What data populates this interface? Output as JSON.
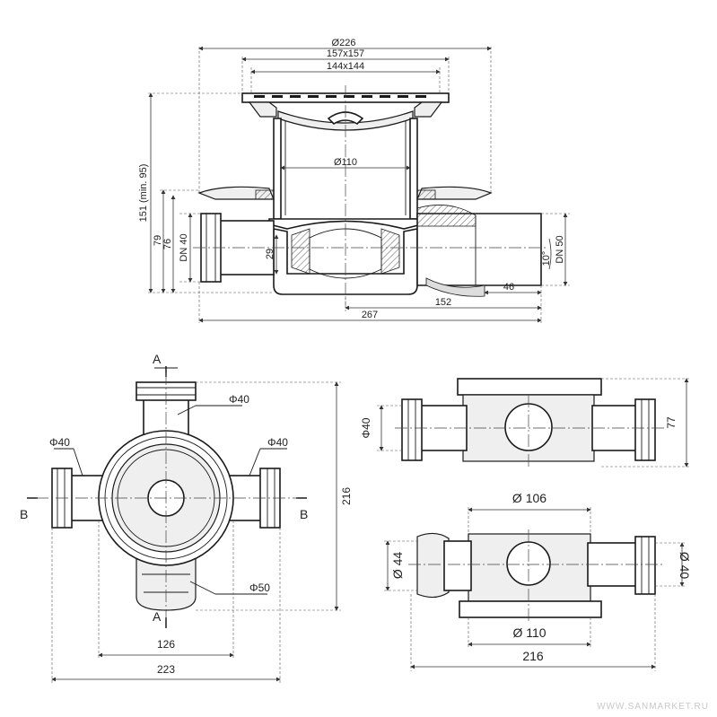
{
  "top_view": {
    "d226": "Ø226",
    "s157": "157x157",
    "s144": "144x144",
    "d110": "Ø110",
    "h151": "151 (min. 95)",
    "h79": "79",
    "h76": "76",
    "dn40": "DN 40",
    "h29": "29",
    "angle": "10°",
    "dn50": "DN 50",
    "l46": "46",
    "l152": "152",
    "l267": "267"
  },
  "plan_view": {
    "section_a": "A",
    "section_b": "B",
    "d40_top": "Φ40",
    "d40_left": "Φ40",
    "d40_right": "Φ40",
    "d50": "Φ50",
    "h216": "216",
    "w126": "126",
    "w223": "223"
  },
  "side_view_1": {
    "d40": "Φ40",
    "h77": "77"
  },
  "side_view_2": {
    "d106": "Ø 106",
    "d44": "Ø 44",
    "d40": "Ø 40",
    "d110": "Ø 110",
    "w216": "216"
  },
  "watermark": "WWW.SANMARKET.RU"
}
